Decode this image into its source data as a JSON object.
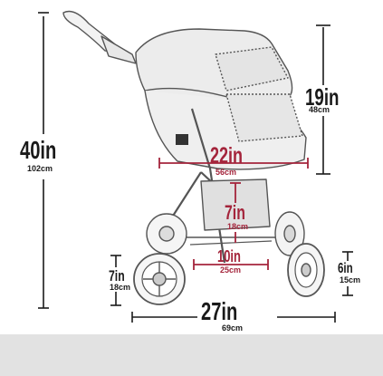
{
  "dimensions": {
    "height": {
      "imperial": "40in",
      "metric": "102cm"
    },
    "canopy_height": {
      "imperial": "19in",
      "metric": "48cm"
    },
    "width": {
      "imperial": "22in",
      "metric": "56cm"
    },
    "basket_height": {
      "imperial": "7in",
      "metric": "18cm"
    },
    "basket_depth": {
      "imperial": "10in",
      "metric": "25cm"
    },
    "front_wheel": {
      "imperial": "7in",
      "metric": "18cm"
    },
    "rear_wheel": {
      "imperial": "6in",
      "metric": "15cm"
    },
    "length": {
      "imperial": "27in",
      "metric": "69cm"
    }
  },
  "colors": {
    "dimension_line": "#1a1a1a",
    "accent": "#a4243b",
    "footer": "#e2e2e2",
    "sketch": "#555555"
  }
}
